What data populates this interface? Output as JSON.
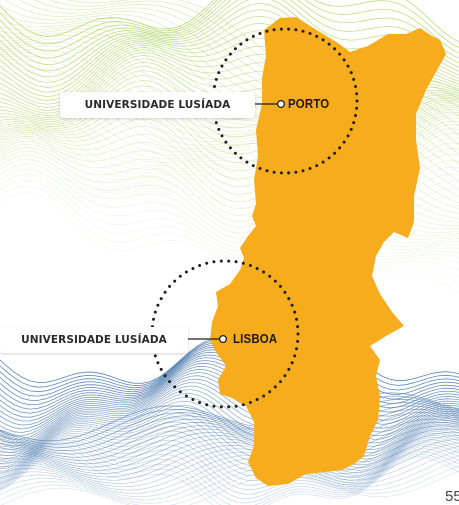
{
  "colors": {
    "map_fill": "#F6AC1C",
    "top_waves": "#9CC843",
    "bottom_waves": "#3E6FA8",
    "dots": "#1F1F1F",
    "label_background": "#FFFFFF"
  },
  "locations": [
    {
      "institution": "UNIVERSIDADE LUSÍADA",
      "city": "PORTO"
    },
    {
      "institution": "UNIVERSIDADE LUSÍADA",
      "city": "LISBOA"
    }
  ],
  "page_number": "55"
}
